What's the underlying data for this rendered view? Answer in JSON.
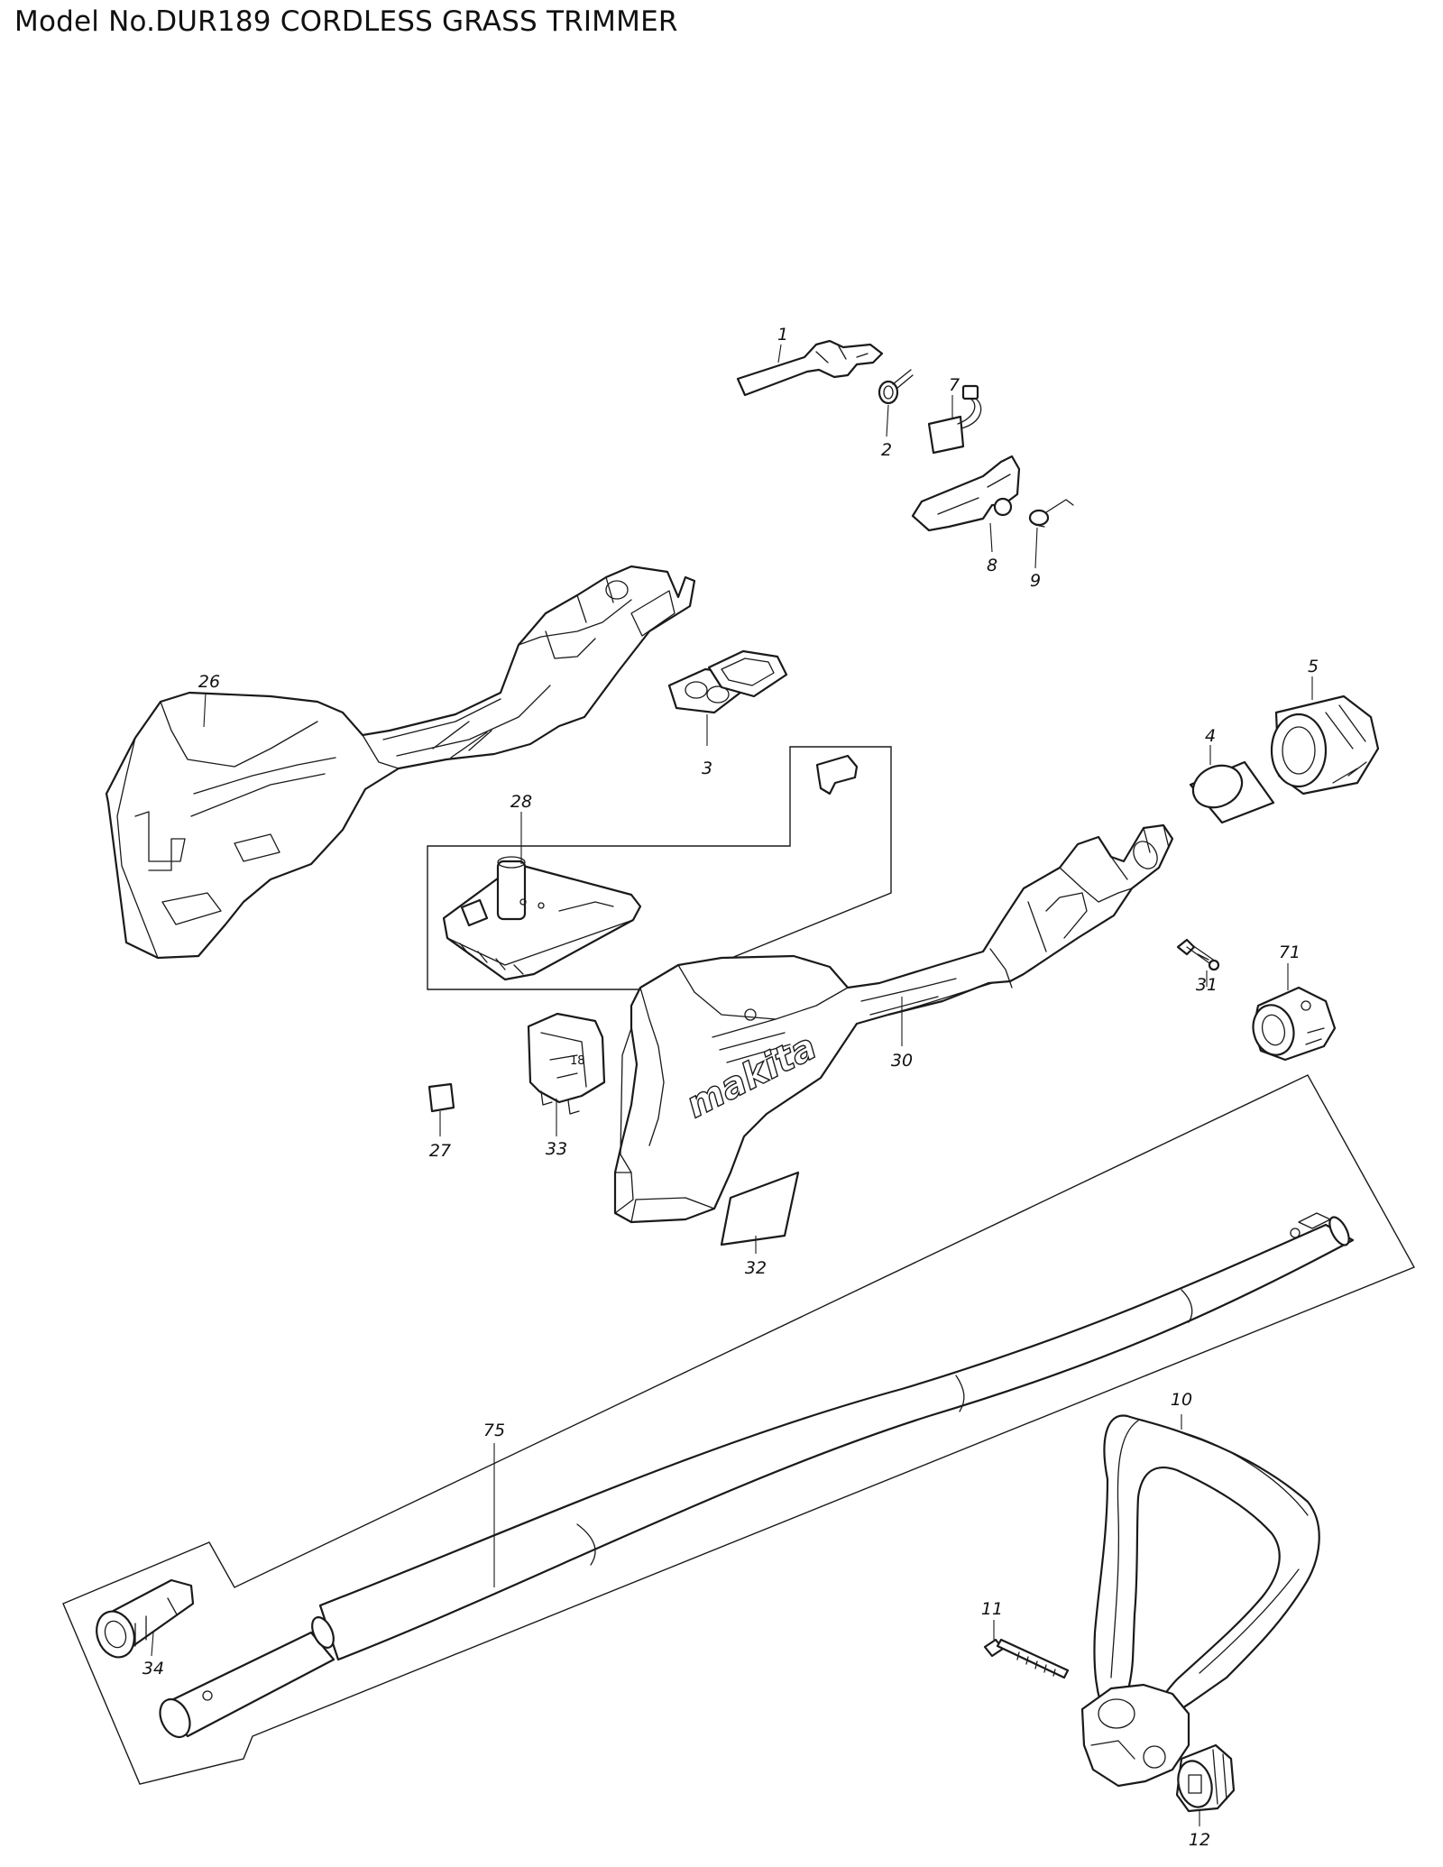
{
  "title": "Model No.DUR189 CORDLESS GRASS TRIMMER",
  "brand_logo": "makita",
  "callouts": {
    "p1": "1",
    "p2": "2",
    "p3": "3",
    "p4": "4",
    "p5": "5",
    "p7": "7",
    "p8": "8",
    "p9": "9",
    "p10": "10",
    "p11": "11",
    "p12": "12",
    "p26": "26",
    "p27": "27",
    "p28": "28",
    "p30": "30",
    "p31": "31",
    "p32": "32",
    "p33": "33",
    "p34": "34",
    "p71": "71",
    "p75": "75"
  }
}
